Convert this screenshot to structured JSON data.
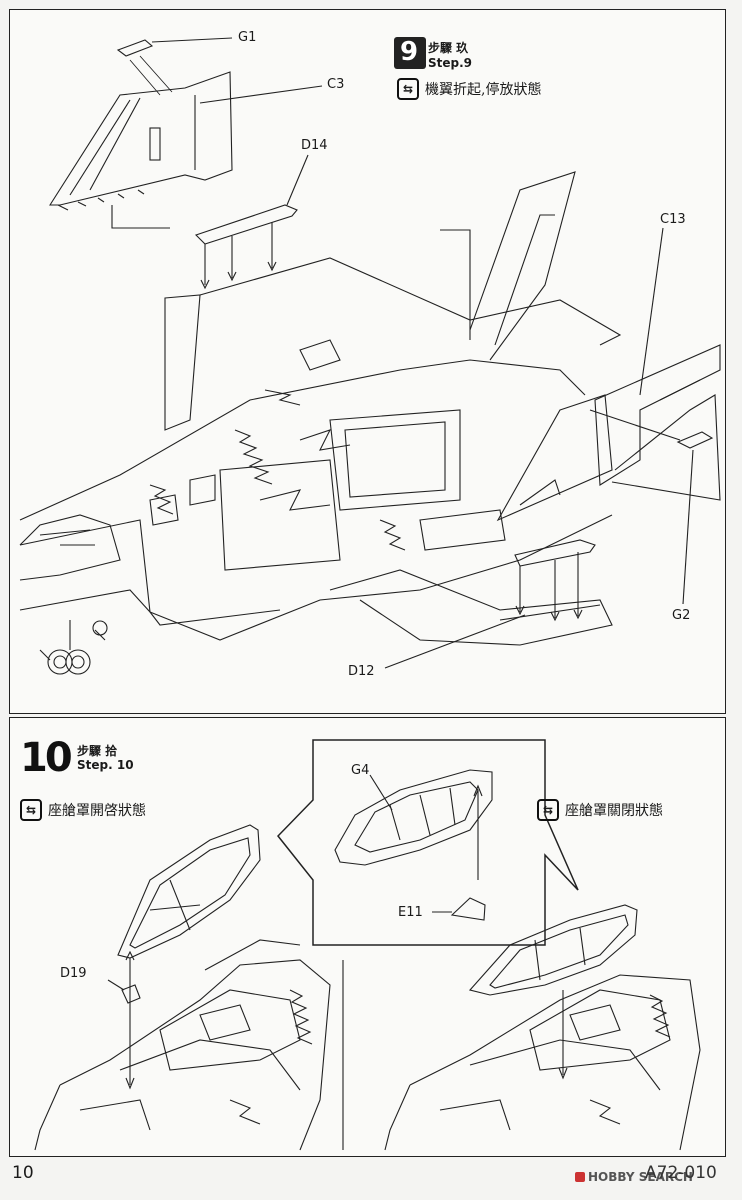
{
  "step9": {
    "number": "9",
    "title_cn": "步驟 玖",
    "title_en": "Step.9",
    "note": "機翼折起,停放狀態",
    "parts": [
      "G1",
      "C3",
      "D14",
      "C13",
      "G2",
      "D12"
    ]
  },
  "step10": {
    "number": "10",
    "title_cn": "步驟 拾",
    "title_en": "Step. 10",
    "note_open": "座艙罩開啓狀態",
    "note_closed": "座艙罩關閉狀態",
    "parts": [
      "G4",
      "E11",
      "D19"
    ]
  },
  "footer": {
    "page_number": "10",
    "code": "A72-010",
    "watermark": "HOBBY SEARCH"
  }
}
